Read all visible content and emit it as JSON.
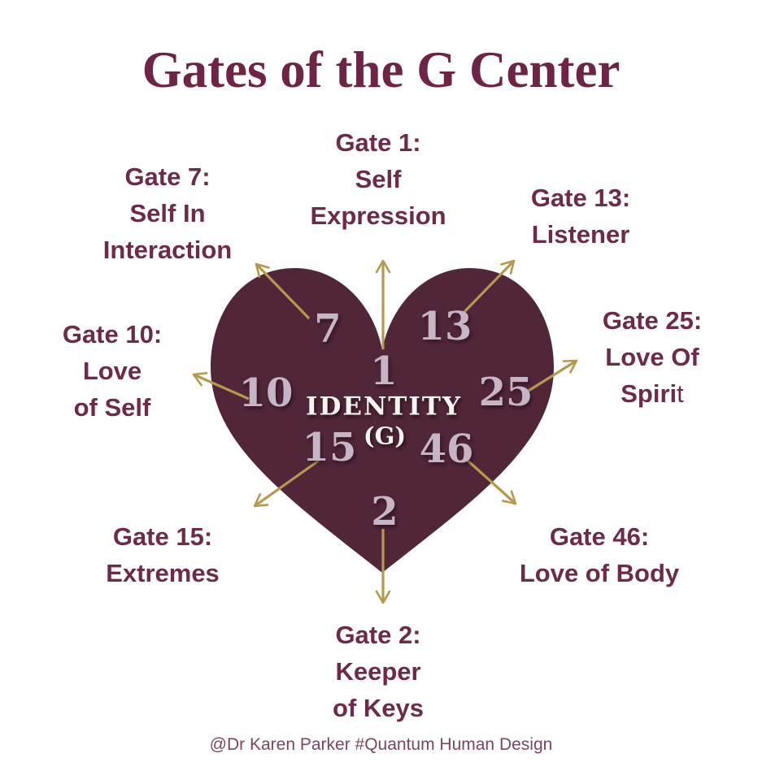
{
  "title": "Gates of the G Center",
  "footer": "@Dr Karen Parker #Quantum Human Design",
  "heart": {
    "center_label": "IDENTITY",
    "center_sublabel": "(G)",
    "gate_numbers": {
      "g1": "1",
      "g2": "2",
      "g7": "7",
      "g10": "10",
      "g13": "13",
      "g15": "15",
      "g25": "25",
      "g46": "46"
    }
  },
  "labels": {
    "gate1": {
      "line1": "Gate 1:",
      "line2": "Self",
      "line3": "Expression"
    },
    "gate7": {
      "line1": "Gate 7:",
      "line2": "Self In",
      "line3": "Interaction"
    },
    "gate13": {
      "line1": "Gate 13:",
      "line2": "Listener"
    },
    "gate25": {
      "line1": "Gate 25:",
      "line2": "Love Of",
      "line3_bold": "Spiri",
      "line3_thin": "t"
    },
    "gate10": {
      "line1": "Gate 10:",
      "line2": "Love",
      "line3": "of Self"
    },
    "gate15": {
      "line1": "Gate 15:",
      "line2": "Extremes"
    },
    "gate46": {
      "line1": "Gate 46:",
      "line2": "Love of Body"
    },
    "gate2": {
      "line1": "Gate 2:",
      "line2": "Keeper",
      "line3": "of Keys"
    }
  },
  "theme": {
    "background": "#ffffff",
    "title_color": "#6e2444",
    "label_color": "#6e2a4a",
    "heart_fill": "#512639",
    "gate_number_color": "#c6b5c4",
    "center_text_color": "#f7f3ee",
    "arrow_color": "#b5994d",
    "footer_color": "#7c4663"
  }
}
